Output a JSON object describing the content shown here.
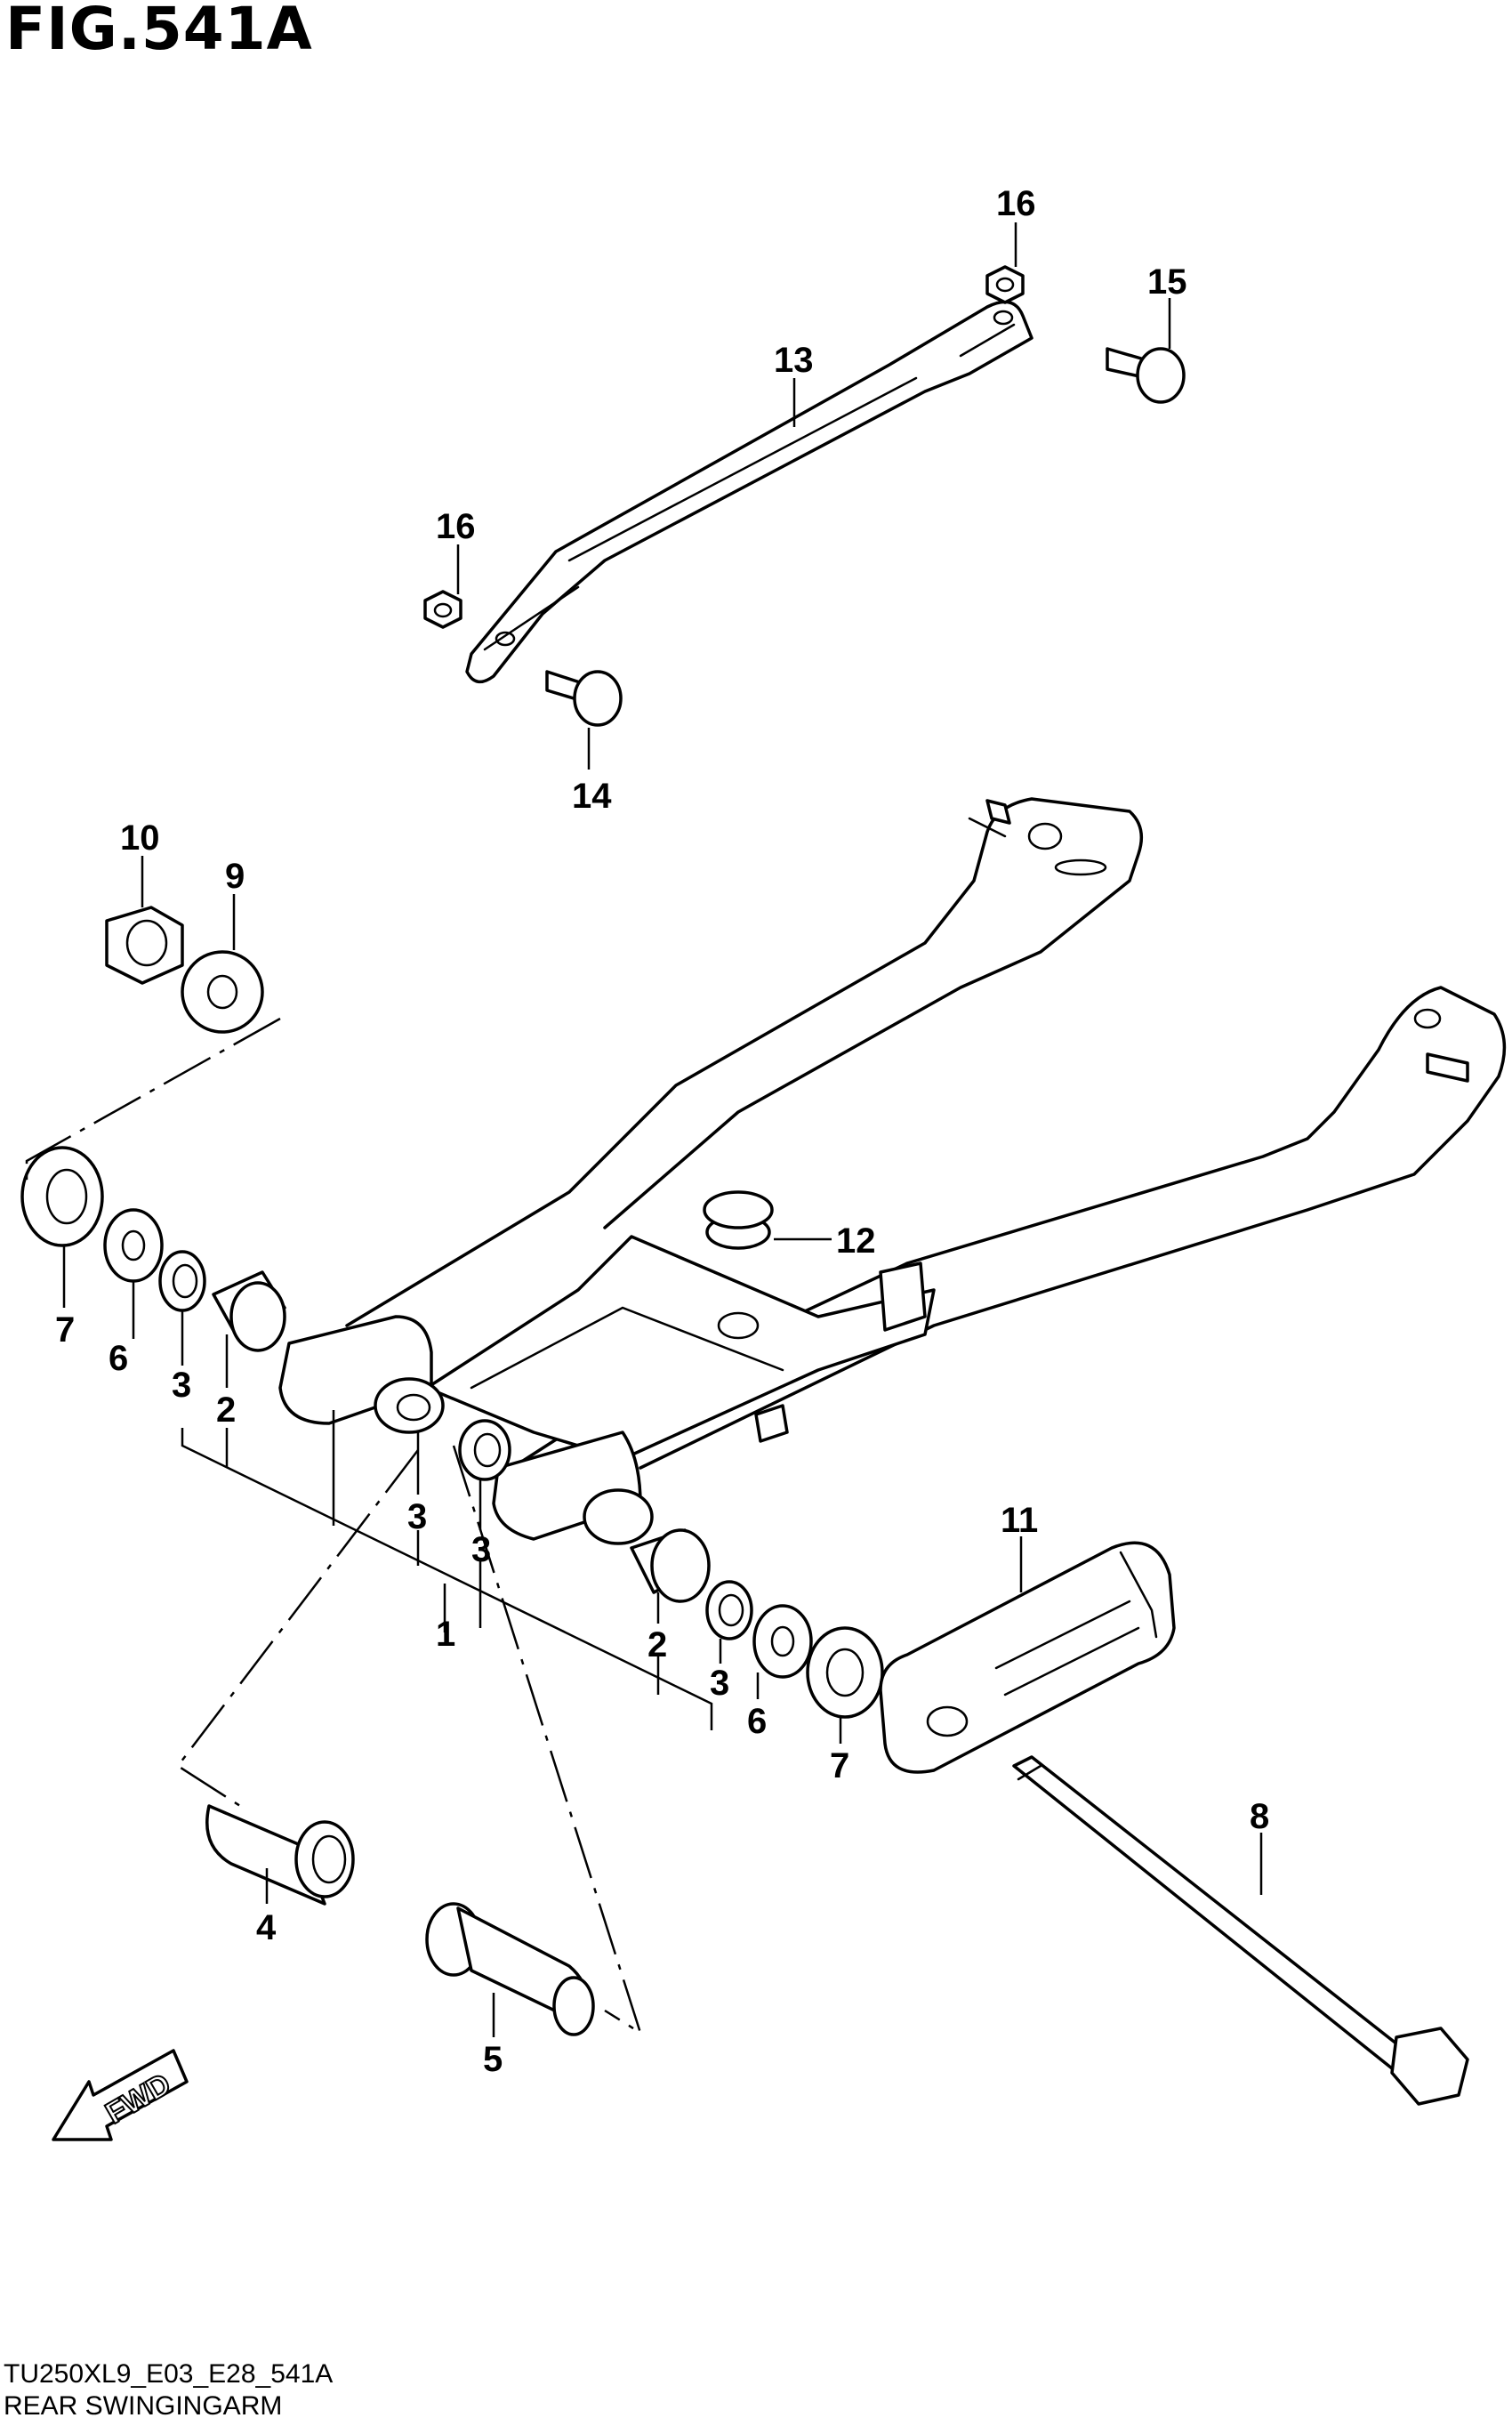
{
  "figure": {
    "title": "FIG.541A",
    "code": "TU250XL9_E03_E28_541A",
    "name": "REAR SWINGINGARM"
  },
  "direction_label": "FWD",
  "callouts": [
    {
      "id": "c16a",
      "text": "16"
    },
    {
      "id": "c15",
      "text": "15"
    },
    {
      "id": "c13",
      "text": "13"
    },
    {
      "id": "c16b",
      "text": "16"
    },
    {
      "id": "c14",
      "text": "14"
    },
    {
      "id": "c10",
      "text": "10"
    },
    {
      "id": "c9",
      "text": "9"
    },
    {
      "id": "c12",
      "text": "12"
    },
    {
      "id": "c7a",
      "text": "7"
    },
    {
      "id": "c6a",
      "text": "6"
    },
    {
      "id": "c3a",
      "text": "3"
    },
    {
      "id": "c2a",
      "text": "2"
    },
    {
      "id": "c3b",
      "text": "3"
    },
    {
      "id": "c3c",
      "text": "3"
    },
    {
      "id": "c1",
      "text": "1"
    },
    {
      "id": "c11",
      "text": "11"
    },
    {
      "id": "c2b",
      "text": "2"
    },
    {
      "id": "c3d",
      "text": "3"
    },
    {
      "id": "c6b",
      "text": "6"
    },
    {
      "id": "c7b",
      "text": "7"
    },
    {
      "id": "c8",
      "text": "8"
    },
    {
      "id": "c4",
      "text": "4"
    },
    {
      "id": "c5",
      "text": "5"
    }
  ]
}
